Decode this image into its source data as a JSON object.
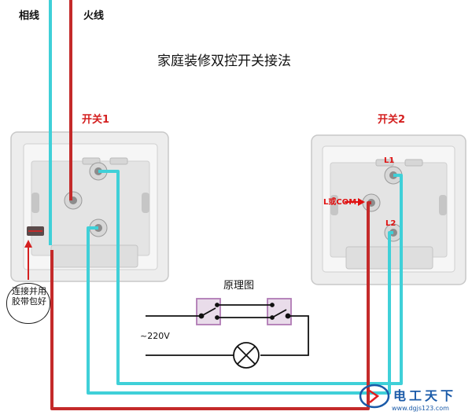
{
  "labels": {
    "neutral_wire": "相线",
    "live_wire": "火线",
    "title": "家庭装修双控开关接法",
    "switch1": "开关1",
    "switch2": "开关2",
    "terminal_l1": "L1",
    "terminal_l2": "L2",
    "terminal_lcom": "L或COM",
    "principle_title": "原理图",
    "voltage": "~220V",
    "note": "连接并用胶带包好"
  },
  "logo": {
    "text": "电工天下",
    "url": "www.dgjs123.com"
  },
  "colors": {
    "cyan_wire": "#3fd0d8",
    "red_wire": "#c42a2a",
    "switch_plate": "#eaeaea",
    "frame": "#f4f4f4"
  }
}
